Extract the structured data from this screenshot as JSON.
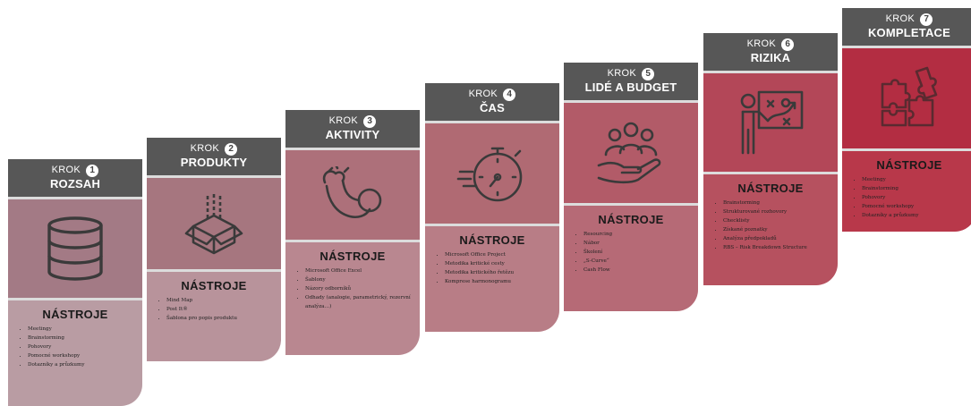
{
  "tools_heading": "NÁSTROJE",
  "steps": [
    {
      "krok": "KROK",
      "number": "1",
      "title": "ROZSAH",
      "icon": "database-icon",
      "colors": {
        "icon_bg": "#a37a85",
        "tools_bg": "#b99ca3",
        "icon_stroke": "#3a3a3a"
      },
      "tools": [
        "Meetingy",
        "Brainstorming",
        "Pohovory",
        "Pomocné workshopy",
        "Dotazníky a průzkumy"
      ]
    },
    {
      "krok": "KROK",
      "number": "2",
      "title": "PRODUKTY",
      "icon": "open-box-icon",
      "colors": {
        "icon_bg": "#a6767f",
        "tools_bg": "#b8939b",
        "icon_stroke": "#3a3a3a"
      },
      "tools": [
        "Mind Map",
        "Post It®",
        "Šablona pro popis produktu"
      ]
    },
    {
      "krok": "KROK",
      "number": "3",
      "title": "AKTIVITY",
      "icon": "flexed-arm-icon",
      "colors": {
        "icon_bg": "#ad707a",
        "tools_bg": "#b98790",
        "icon_stroke": "#3a3a3a"
      },
      "tools": [
        "Microsoft Office Excel",
        "Šablony",
        "Názory odborníků",
        "Odhady (analogie, parametrický, rezervní analýza…)"
      ]
    },
    {
      "krok": "KROK",
      "number": "4",
      "title": "ČAS",
      "icon": "stopwatch-icon",
      "colors": {
        "icon_bg": "#b06a73",
        "tools_bg": "#b87d86",
        "icon_stroke": "#3a3a3a"
      },
      "tools": [
        "Microsoft Office Project",
        "Metodika kritické cesty",
        "Metodika kritického řetězu",
        "Komprese harmonogramu"
      ]
    },
    {
      "krok": "KROK",
      "number": "5",
      "title": "LIDÉ A BUDGET",
      "icon": "people-hand-icon",
      "colors": {
        "icon_bg": "#b25b68",
        "tools_bg": "#b66a76",
        "icon_stroke": "#3a3a3a"
      },
      "tools": [
        "Resourcing",
        "Nábor",
        "Školení",
        "„S-Curve“",
        "Cash Flow"
      ]
    },
    {
      "krok": "KROK",
      "number": "6",
      "title": "RIZIKA",
      "icon": "strategy-board-icon",
      "colors": {
        "icon_bg": "#b34758",
        "tools_bg": "#b6515f",
        "icon_stroke": "#3a3a3a"
      },
      "tools": [
        "Brainstorming",
        "Strukturované rozhovory",
        "Checklisty",
        "Získané poznatky",
        "Analýza předpokladů",
        "RBS – Risk Breakdown Structure"
      ]
    },
    {
      "krok": "KROK",
      "number": "7",
      "title": "KOMPLETACE",
      "icon": "puzzle-icon",
      "colors": {
        "icon_bg": "#b32d42",
        "tools_bg": "#b8384a",
        "icon_stroke": "#5a2a30"
      },
      "tools": [
        "Meetingy",
        "Brainstorming",
        "Pohovory",
        "Pomocné workshopy",
        "Dotazníky a průzkumy"
      ]
    }
  ]
}
